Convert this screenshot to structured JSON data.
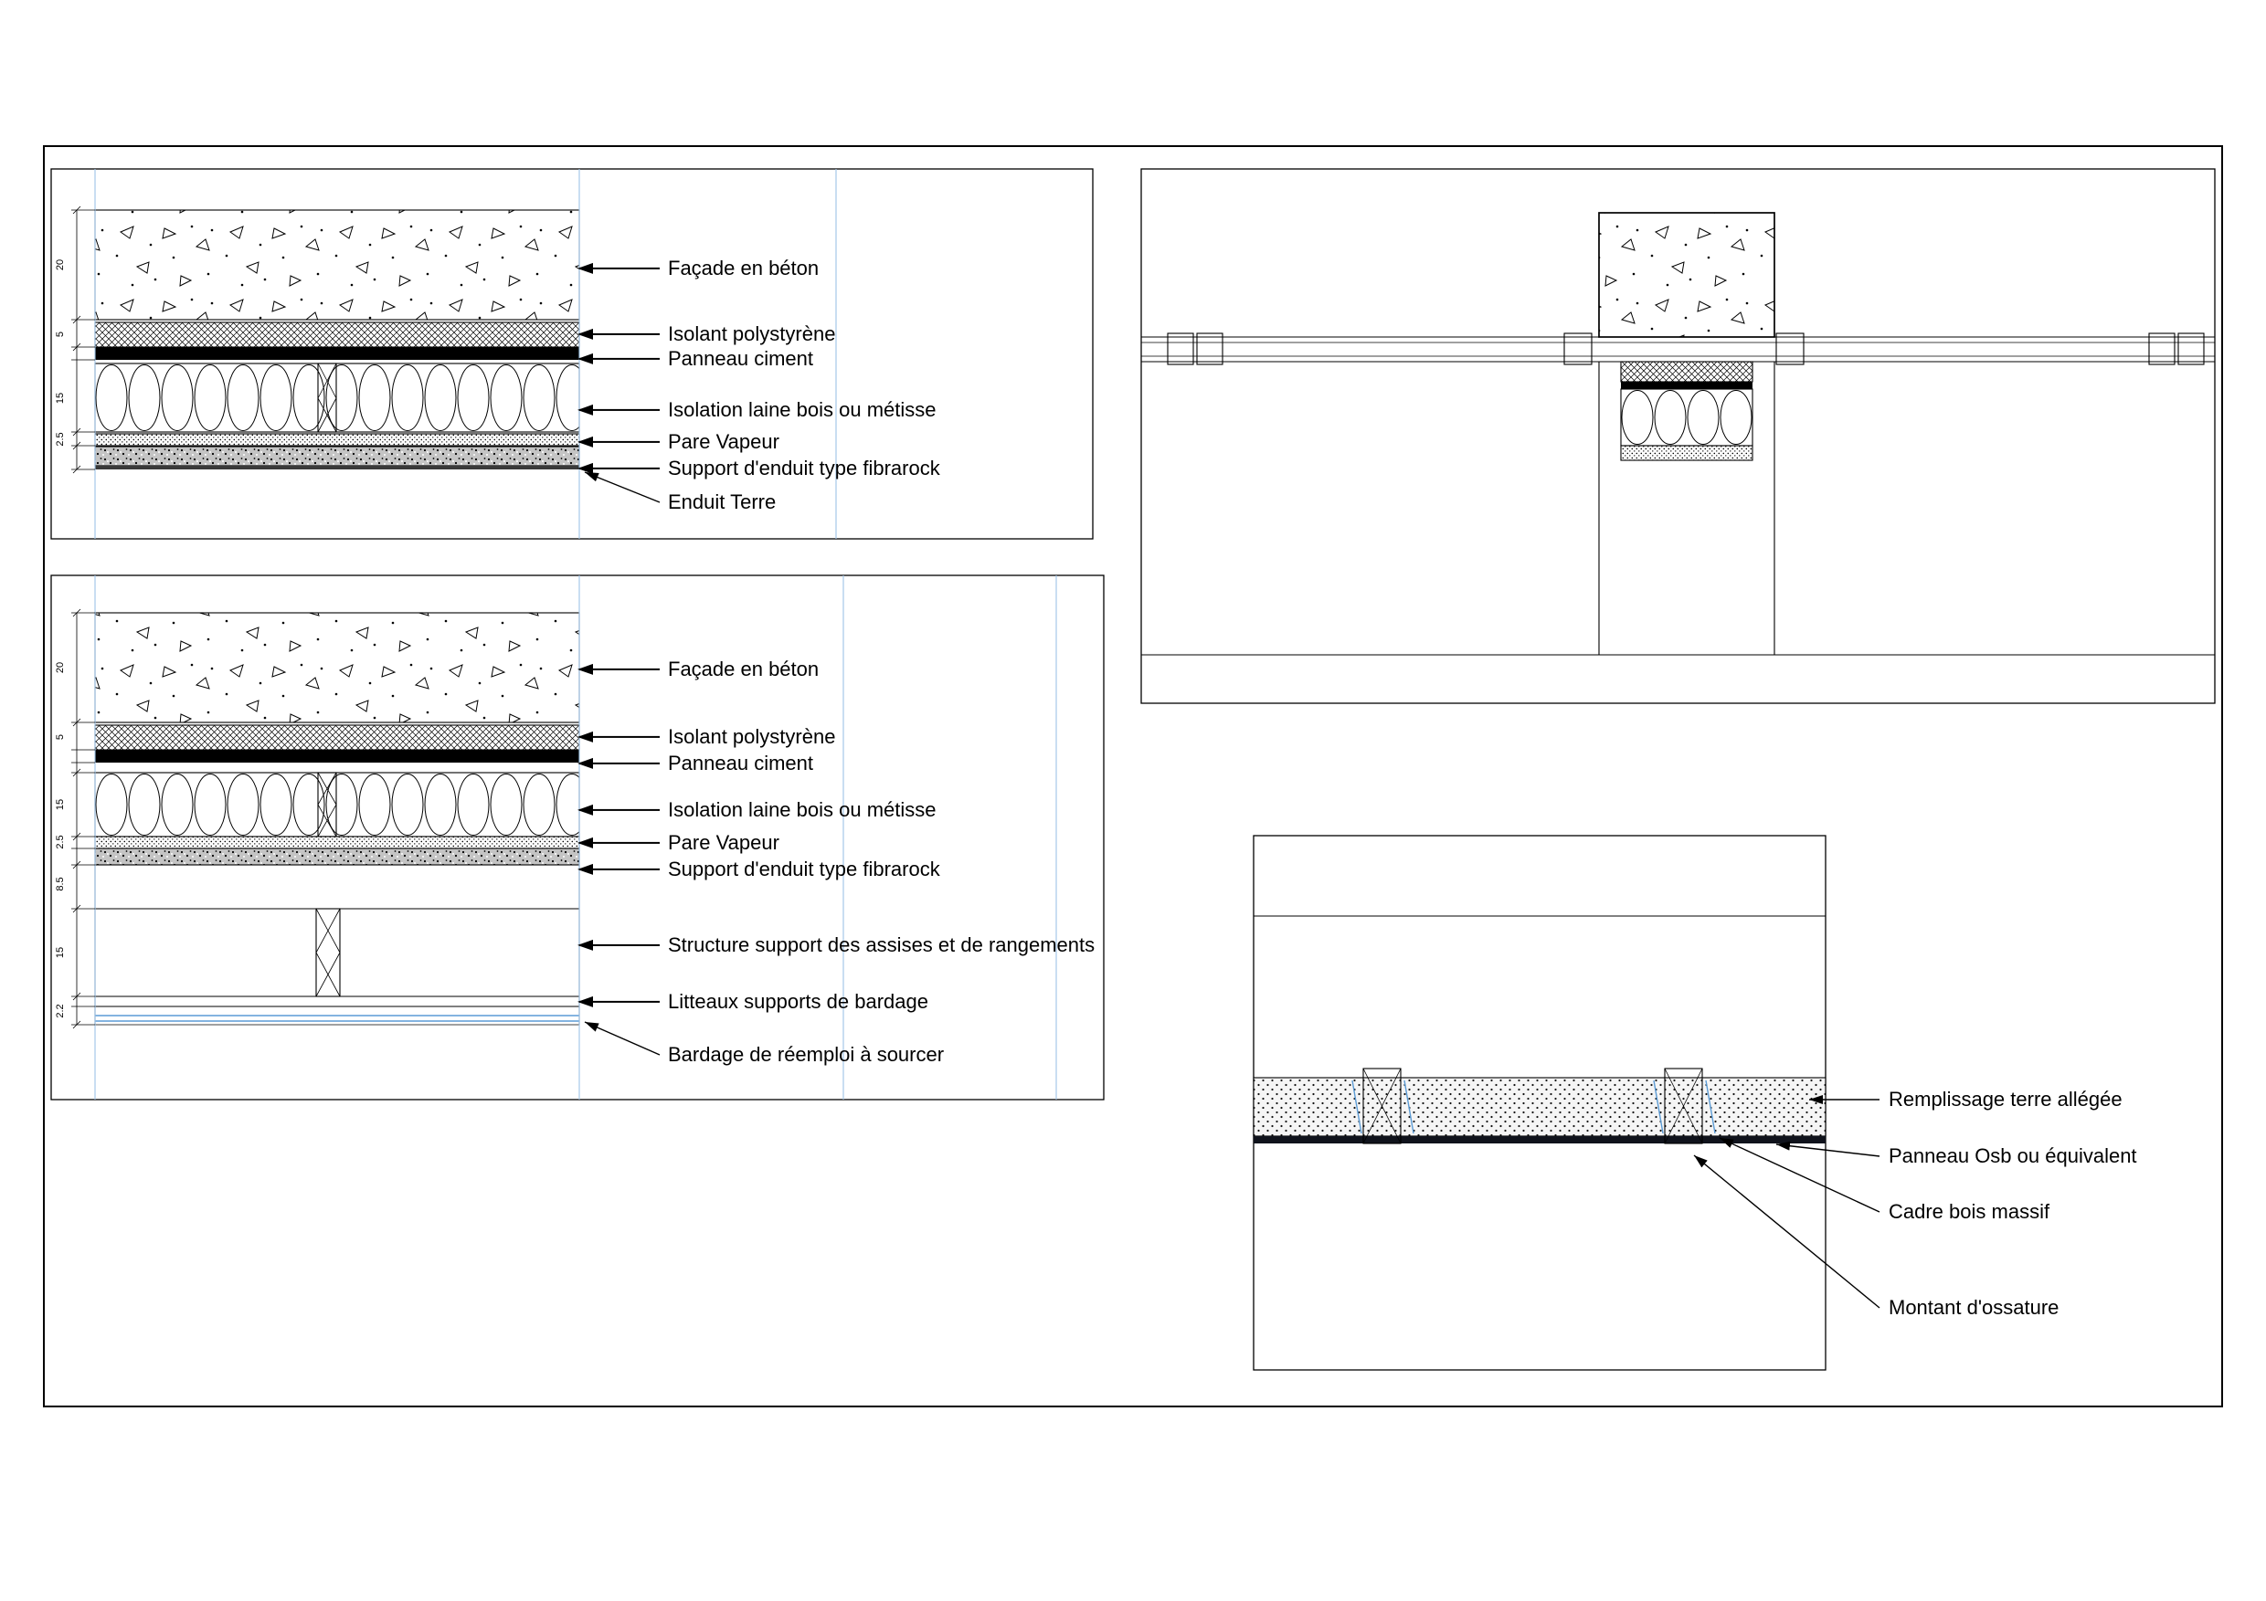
{
  "colors": {
    "guide-color": "#9dc3e6",
    "bardage-color": "#5b9bd5",
    "ink": "#000000"
  },
  "panels": {
    "top_left": {
      "labels": [
        "Façade en béton",
        "Isolant polystyrène",
        "Panneau ciment",
        "Isolation laine bois ou métisse",
        "Pare Vapeur",
        "Support d'enduit type fibrarock",
        "Enduit Terre"
      ],
      "dims": [
        "20",
        "5",
        "15",
        "2.5"
      ]
    },
    "bottom_left": {
      "labels": [
        "Façade en béton",
        "Isolant polystyrène",
        "Panneau ciment",
        "Isolation laine bois ou métisse",
        "Pare Vapeur",
        "Support d'enduit type fibrarock",
        "Structure support des assises et de rangements",
        "Litteaux supports de bardage",
        "Bardage de réemploi à sourcer"
      ],
      "dims": [
        "20",
        "5",
        "15",
        "2.5",
        "8.5",
        "15",
        "2.2"
      ]
    },
    "bottom_right": {
      "labels": [
        "Remplissage terre allégée",
        "Panneau Osb ou équivalent",
        "Cadre bois massif",
        "Montant d'ossature"
      ]
    }
  }
}
